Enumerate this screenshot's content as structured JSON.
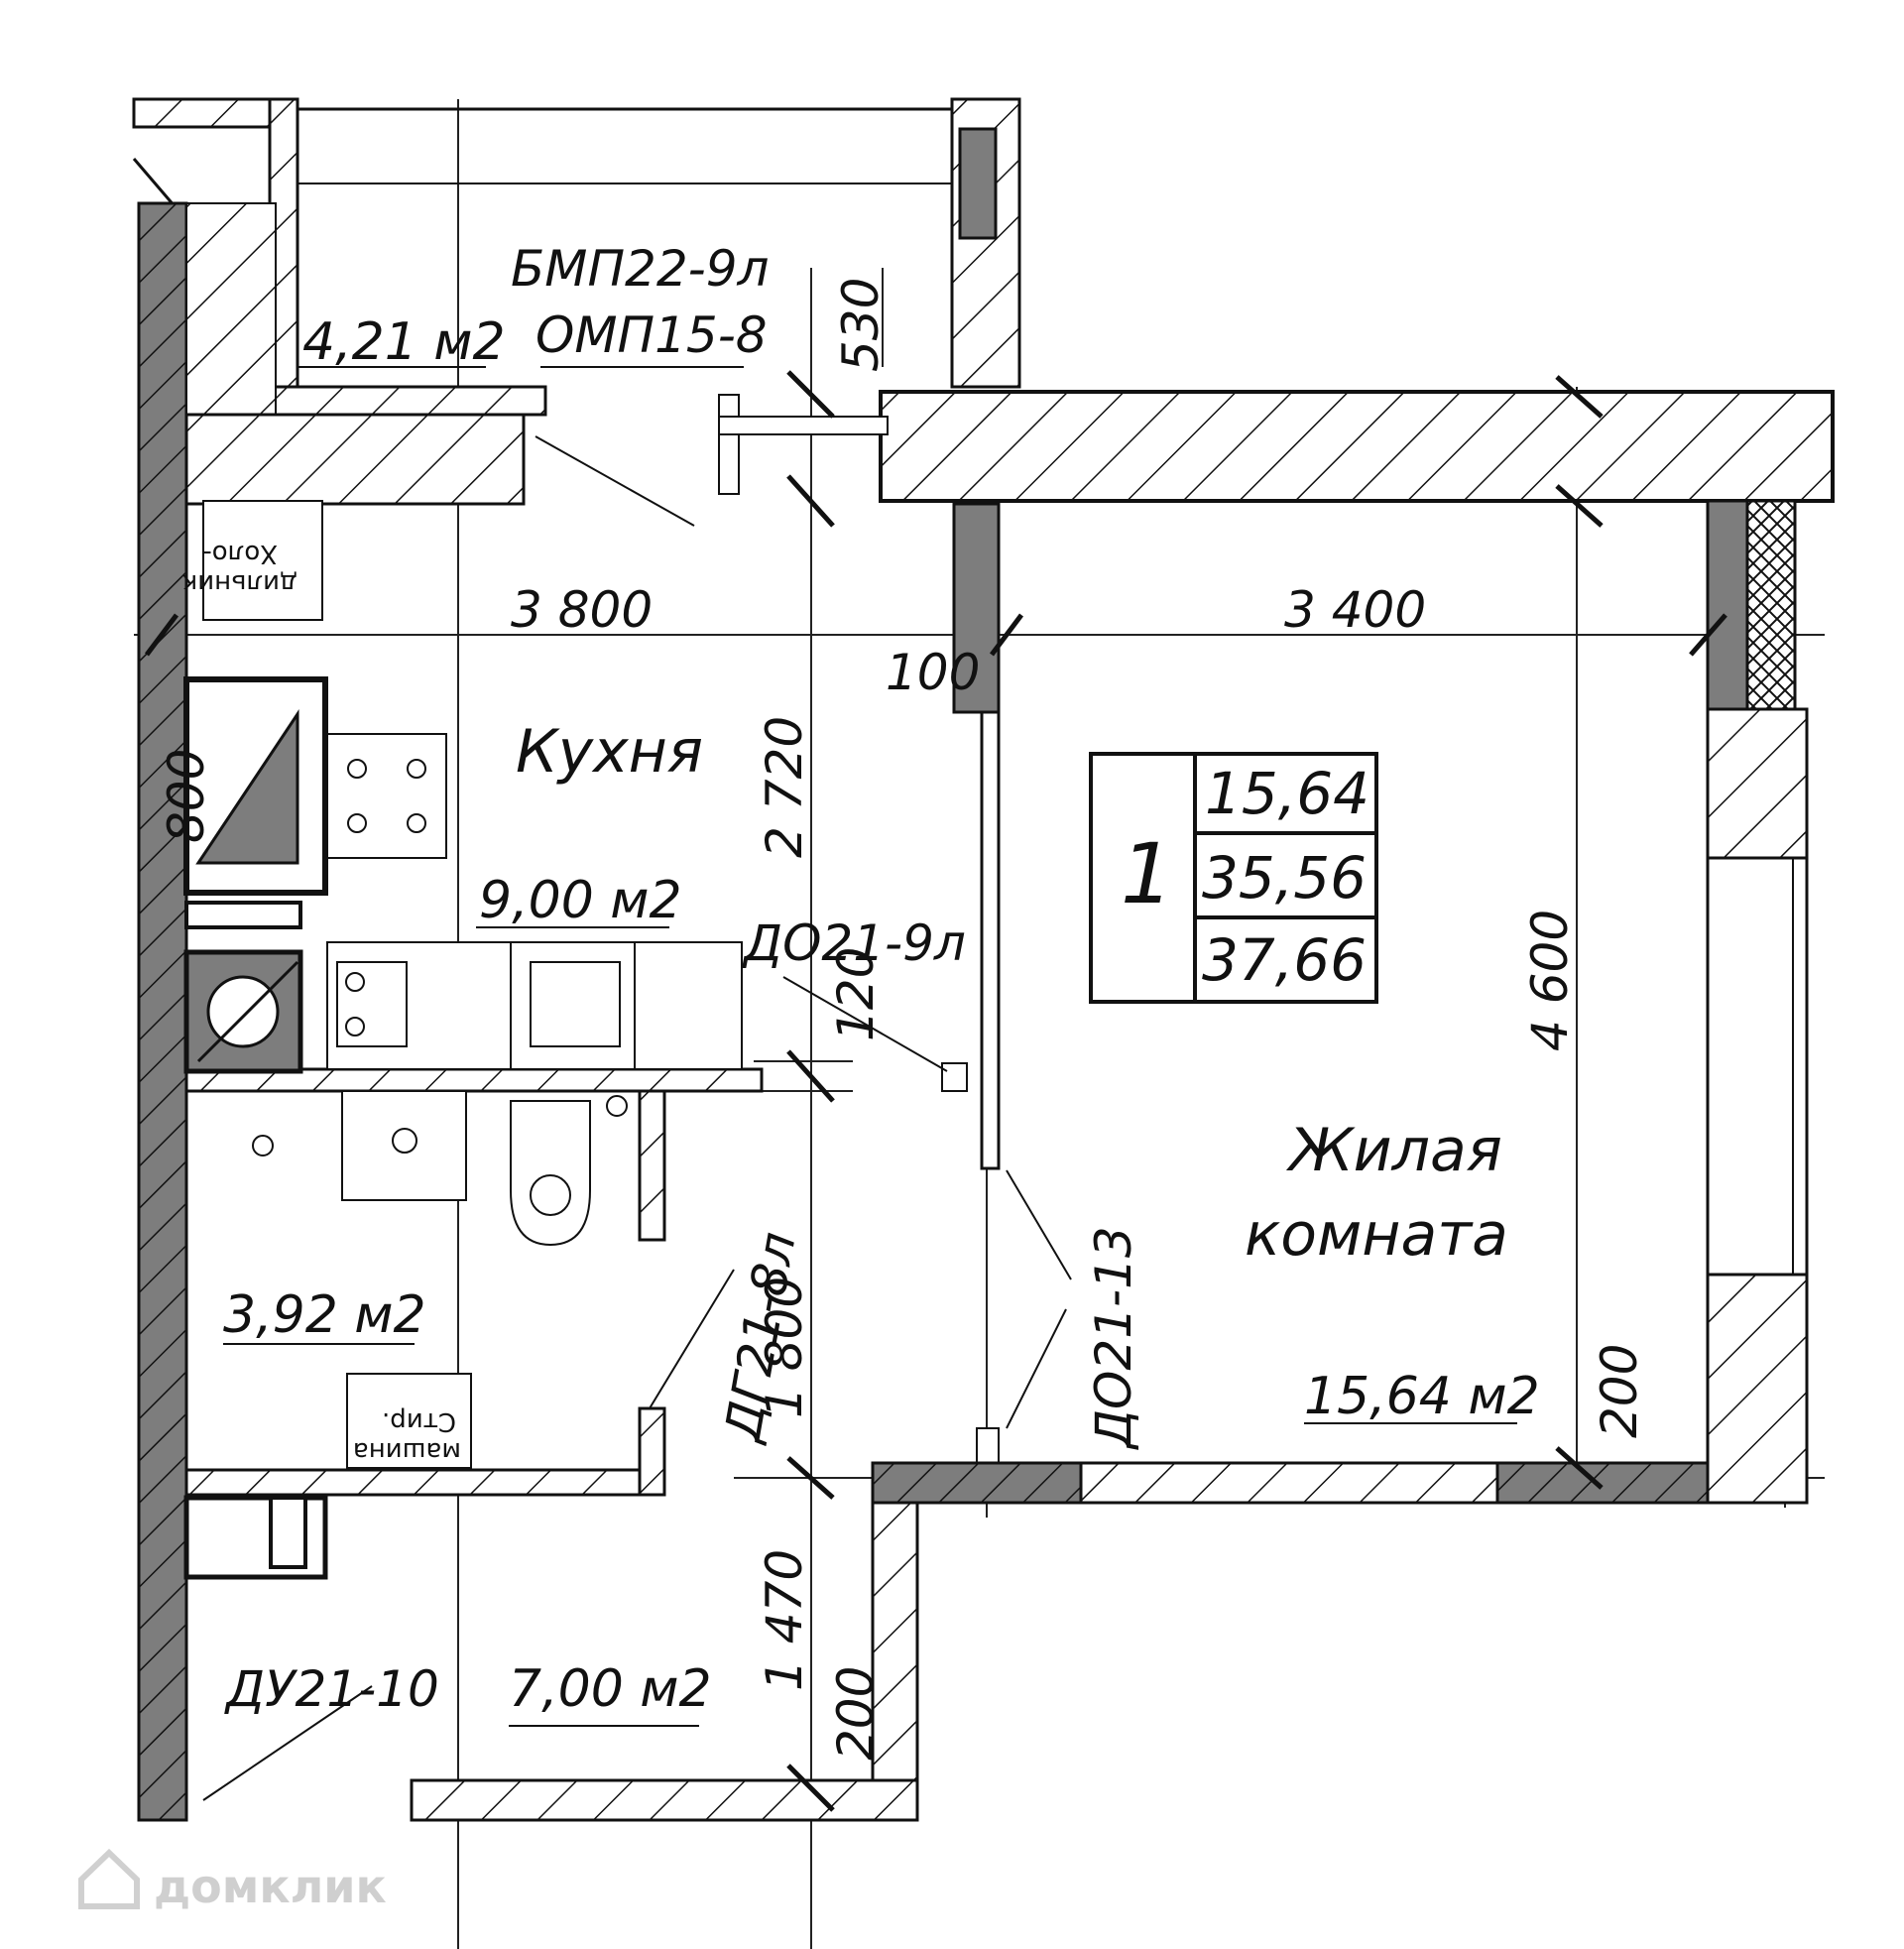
{
  "plan": {
    "balcony_codes": [
      "БМП22-9л",
      "ОМП15-8"
    ],
    "dimensions": {
      "d530": "530",
      "d3800": "3 800",
      "d3400": "3 400",
      "d100": "100",
      "d2720": "2 720",
      "d120": "120",
      "d4600": "4 600",
      "d200_right": "200",
      "d1800": "1 800",
      "d1470": "1 470",
      "d200_bottom": "200",
      "d800": "800"
    },
    "rooms": {
      "kitchen_name": "Кухня",
      "living_name_1": "Жилая",
      "living_name_2": "комната"
    },
    "areas": {
      "balcony": "4,21 м2",
      "kitchen": "9,00 м2",
      "bathroom": "3,92 м2",
      "hall": "7,00 м2",
      "living": "15,64 м2"
    },
    "doors": {
      "kitchen_door": "ДО21-9л",
      "living_door": "ДО21-13",
      "bath_door": "ДГ21-8л",
      "entry_door": "ДУ21-10"
    },
    "appliances": {
      "fridge_1": "Холо-",
      "fridge_2": "дильник",
      "washer_1": "Стир.",
      "washer_2": "машина"
    },
    "table": {
      "rooms_count": "1",
      "living_area": "15,64",
      "total_area": "35,56",
      "total_with_balcony": "37,66"
    }
  },
  "watermark": "домклик"
}
